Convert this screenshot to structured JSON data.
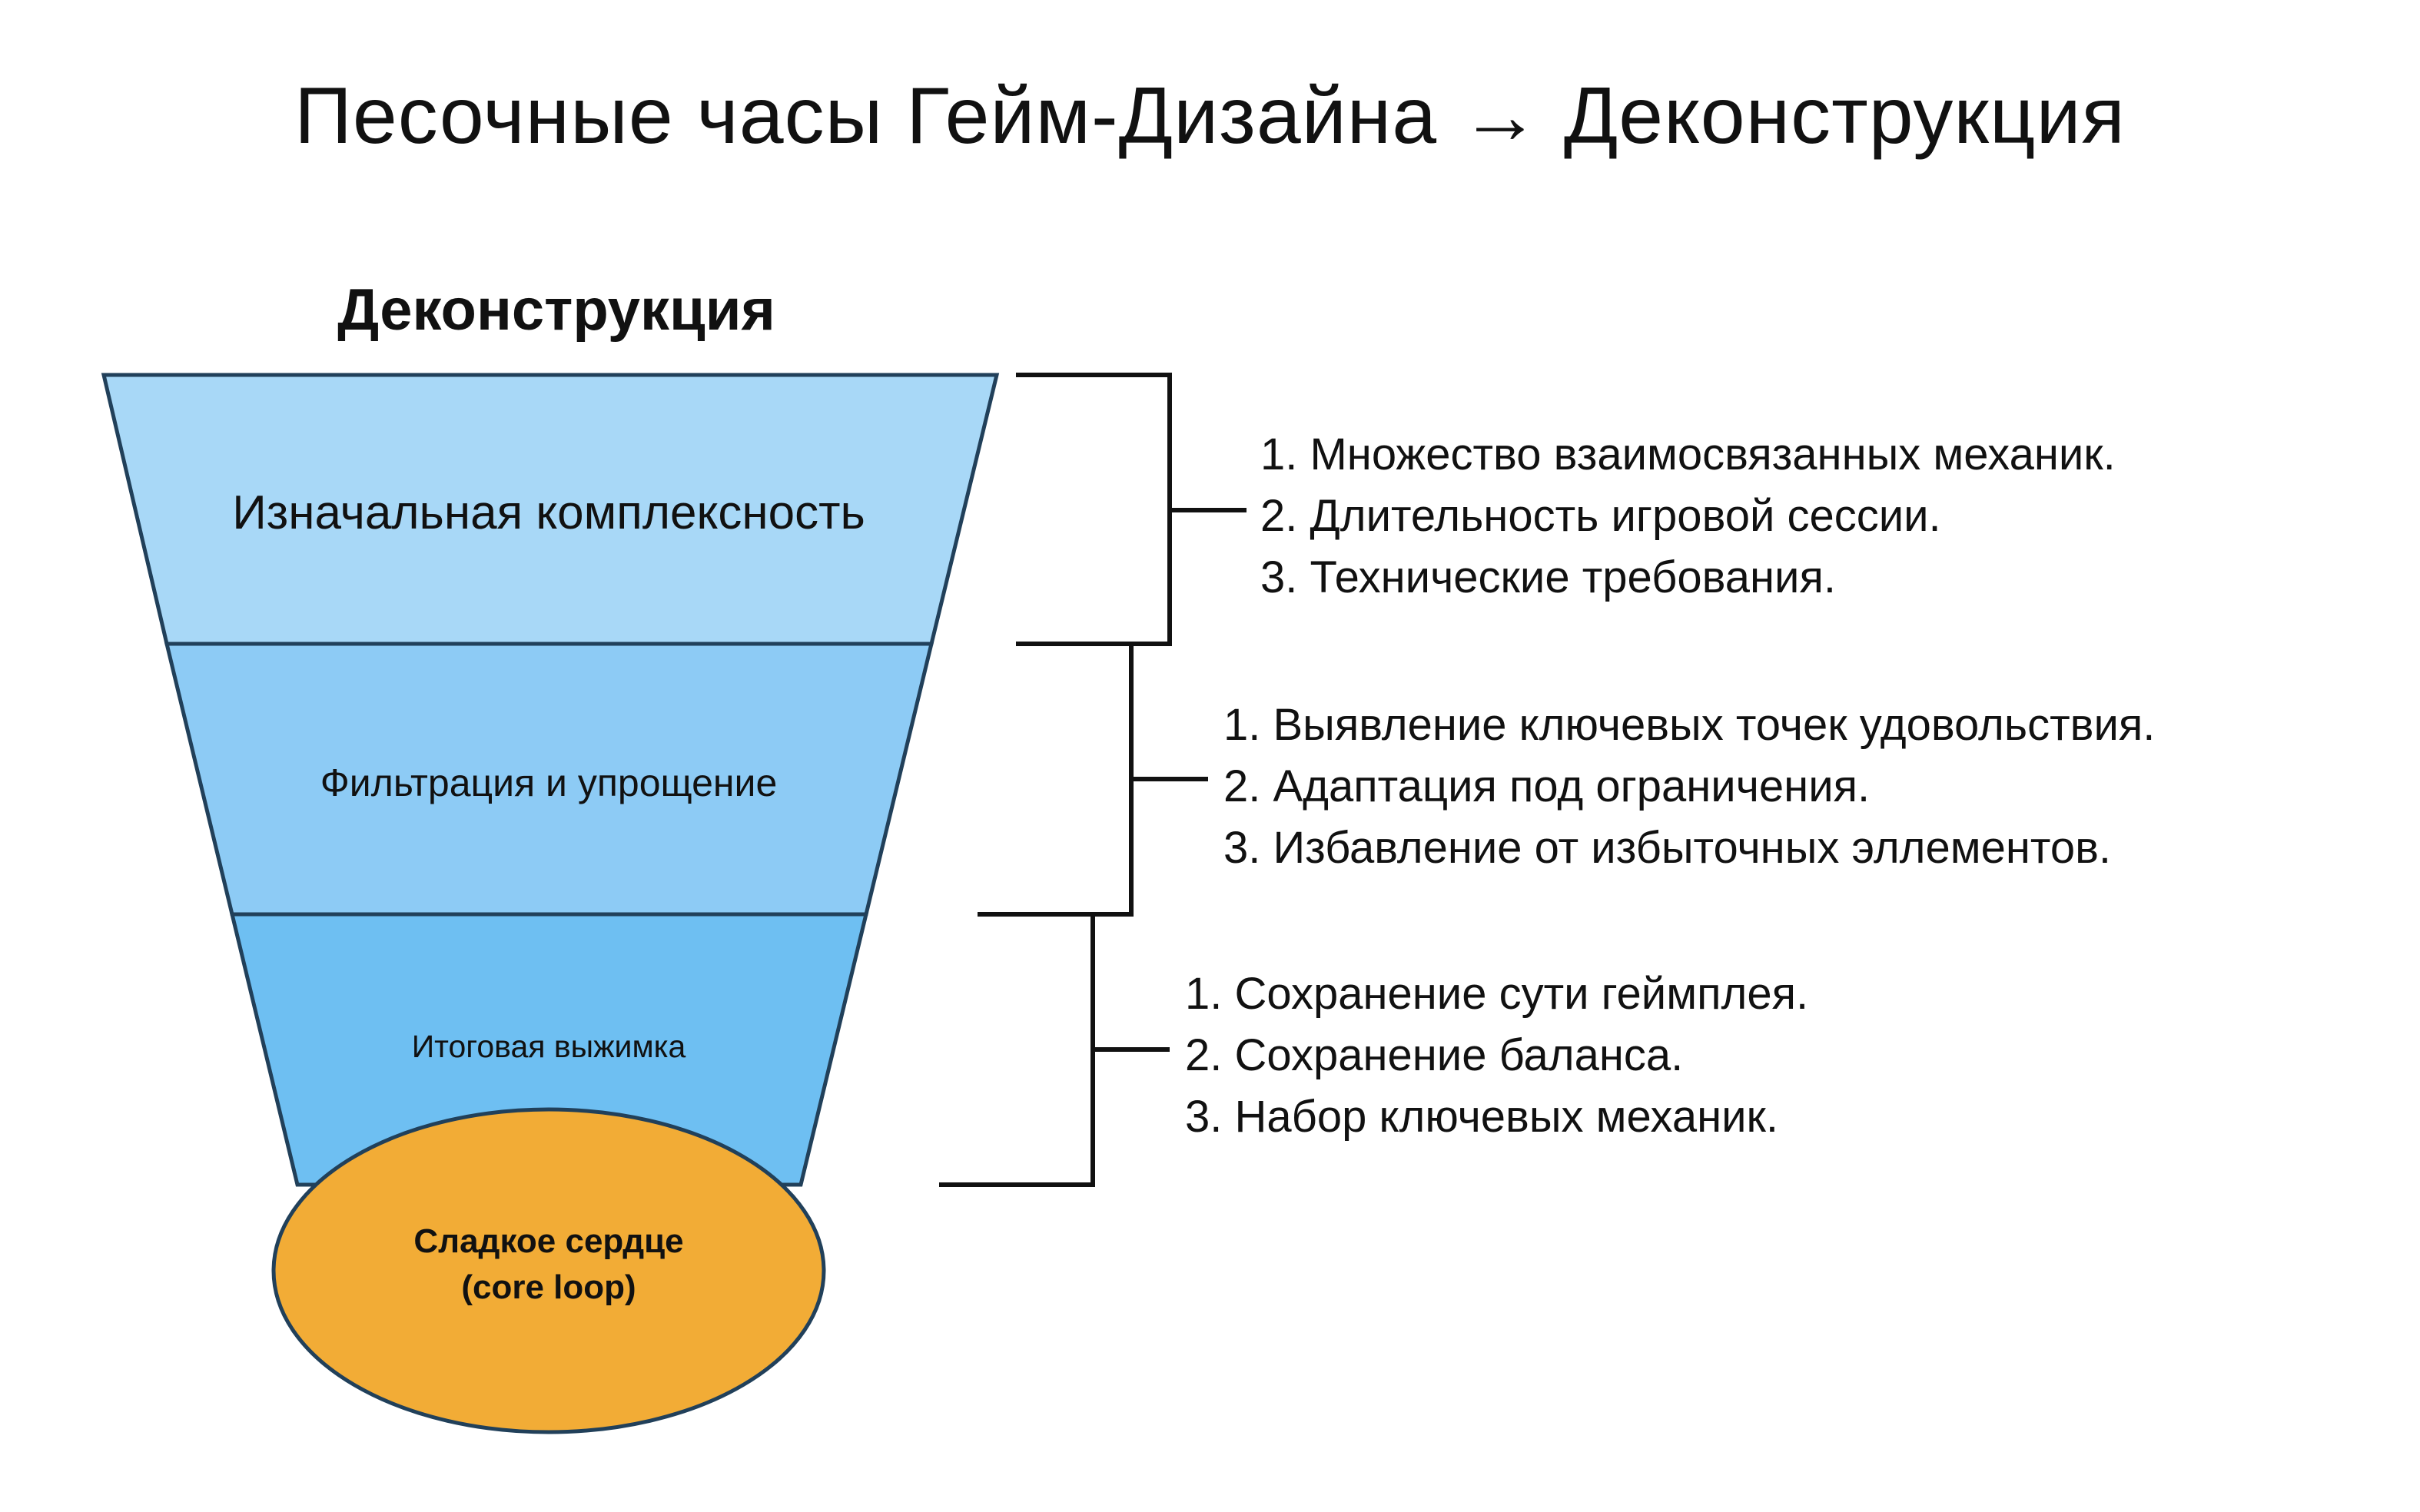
{
  "title": "Песочные часы Гейм-Дизайна → Деконструкция",
  "section_title": "Деконструкция",
  "colors": {
    "layer1": "#a8d8f7",
    "layer2": "#8dcbf5",
    "layer3": "#6ebff2",
    "core": "#f2ac36",
    "outline": "#21405a",
    "bracket": "#111111"
  },
  "funnel": {
    "layers": [
      {
        "label": "Изначальная комплексность"
      },
      {
        "label": "Фильтрация и упрощение"
      },
      {
        "label": "Итоговая выжимка"
      }
    ],
    "core": {
      "line1": "Сладкое сердце",
      "line2": "(core loop)"
    }
  },
  "groups": [
    {
      "items": [
        "1. Множество взаимосвязанных механик.",
        "2. Длительность игровой сессии.",
        "3. Технические требования."
      ]
    },
    {
      "items": [
        "1. Выявление ключевых точек удовольствия.",
        "2. Адаптация под ограничения.",
        "3. Избавление от избыточных эллементов."
      ]
    },
    {
      "items": [
        "1. Сохранение сути геймплея.",
        "2. Сохранение баланса.",
        "3. Набор ключевых механик."
      ]
    }
  ]
}
